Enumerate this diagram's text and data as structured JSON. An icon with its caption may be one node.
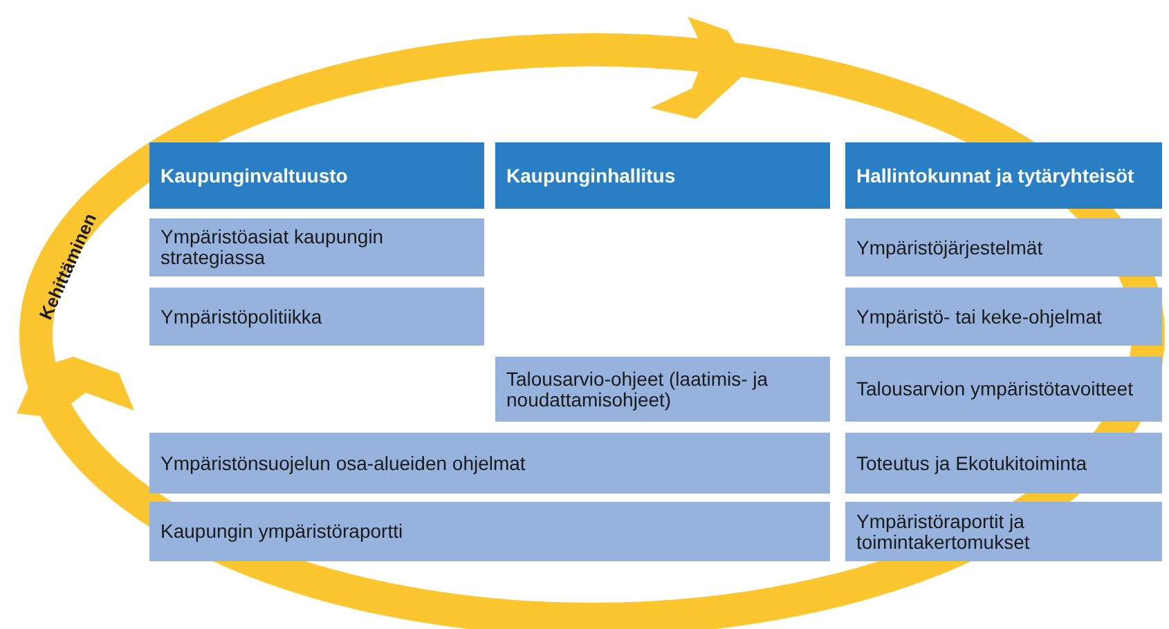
{
  "diagram": {
    "nodes": [
      {
        "text": [
          "Kaupunginvaltuusto"
        ]
      },
      {
        "text": [
          "Kaupunginhallitus"
        ]
      },
      {
        "text": [
          "Hallintokunnat ja tytäryhteisöt"
        ]
      },
      {
        "text": [
          "Ympäristöasiat kaupungin strategiassa"
        ]
      },
      {
        "text": [
          "Ympäristöjärjestelmät"
        ]
      },
      {
        "text": [
          "Ympäristöpolitiikka"
        ]
      },
      {
        "text": [
          "Ympäristö- tai keke-ohjelmat"
        ]
      },
      {
        "text": [
          "Talousarvio-ohjeet (laatimis- ja noudattamisohjeet)"
        ]
      },
      {
        "text": [
          "Talousarvion ympäristötavoitteet"
        ]
      },
      {
        "text": [
          "Ympäristönsuojelun osa-alueiden ohjelmat"
        ]
      },
      {
        "text": [
          "Toteutus ja Ekotukitoiminta"
        ]
      },
      {
        "text": [
          "Kaupungin ympäristöraportti"
        ]
      },
      {
        "text": [
          "Ympäristöraportit ja toimintakertomukset"
        ]
      }
    ],
    "labels": [
      "Kehittäminen"
    ]
  }
}
